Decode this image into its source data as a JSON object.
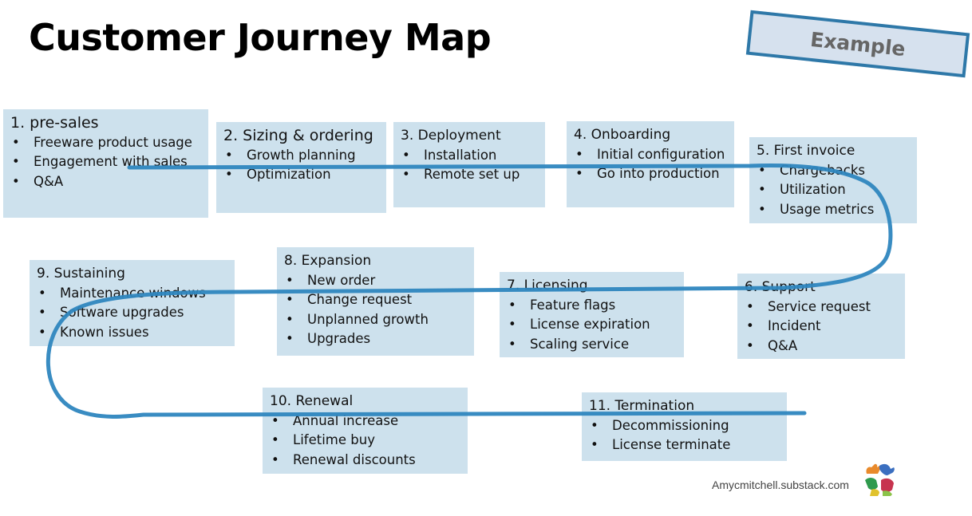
{
  "title": "Customer Journey Map",
  "badge": "Example",
  "credit": "Amycmitchell.substack.com",
  "colors": {
    "box": "#cde1ed",
    "path": "#2e86bf",
    "badge_border": "#2e78a8"
  },
  "stages": [
    {
      "heading": "1. pre-sales",
      "items": [
        "Freeware product usage",
        "Engagement with sales",
        "Q&A"
      ]
    },
    {
      "heading": "2. Sizing & ordering",
      "items": [
        "Growth planning",
        "Optimization"
      ]
    },
    {
      "heading": "3. Deployment",
      "items": [
        "Installation",
        "Remote set up"
      ]
    },
    {
      "heading": "4. Onboarding",
      "items": [
        "Initial configuration",
        "Go into production"
      ]
    },
    {
      "heading": "5. First invoice",
      "items": [
        "Chargebacks",
        "Utilization",
        "Usage metrics"
      ]
    },
    {
      "heading": "6. Support",
      "items": [
        "Service request",
        "Incident",
        "Q&A"
      ]
    },
    {
      "heading": "7. Licensing",
      "items": [
        "Feature flags",
        "License expiration",
        "Scaling service"
      ]
    },
    {
      "heading": "8. Expansion",
      "items": [
        "New order",
        "Change request",
        "Unplanned growth",
        "Upgrades"
      ]
    },
    {
      "heading": "9. Sustaining",
      "items": [
        "Maintenance windows",
        "Software upgrades",
        "Known issues"
      ]
    },
    {
      "heading": "10. Renewal",
      "items": [
        "Annual increase",
        "Lifetime buy",
        "Renewal discounts"
      ]
    },
    {
      "heading": "11. Termination",
      "items": [
        "Decommissioning",
        "License terminate"
      ]
    }
  ]
}
